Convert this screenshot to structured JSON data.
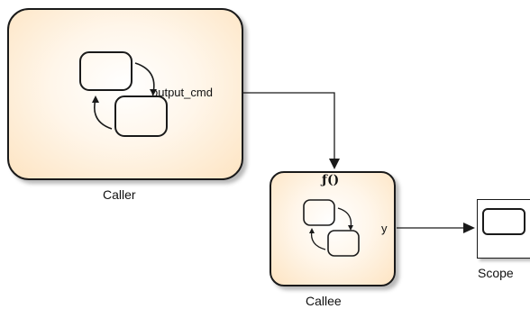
{
  "diagram": {
    "blocks": {
      "caller": {
        "name": "Caller",
        "output_port": "output_cmd"
      },
      "callee": {
        "name": "Callee",
        "trigger_symbol": "f()",
        "output_port": "y"
      },
      "scope": {
        "name": "Scope"
      }
    },
    "connections": [
      {
        "from": "caller.output_cmd",
        "to": "callee.trigger"
      },
      {
        "from": "callee.y",
        "to": "scope.input"
      }
    ]
  }
}
